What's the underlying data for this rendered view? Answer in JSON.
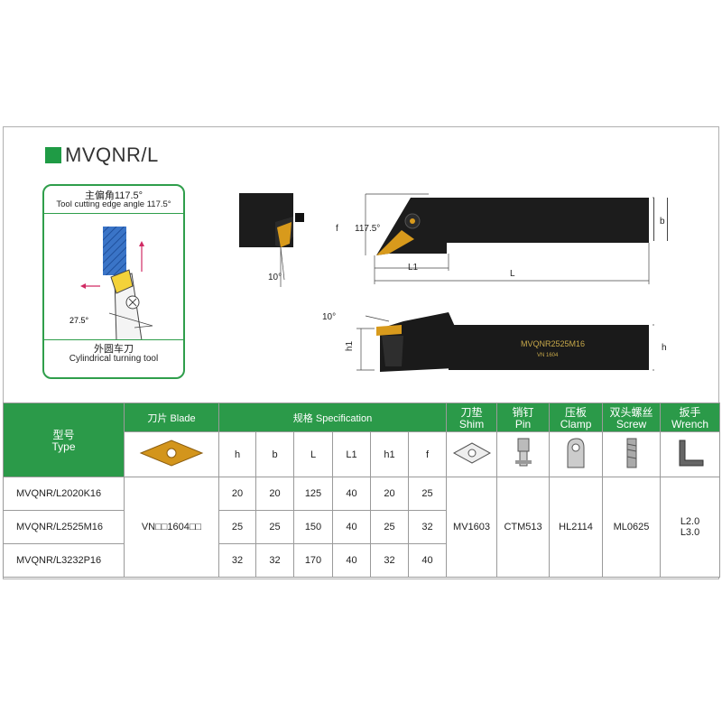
{
  "header": {
    "title": "MVQNR/L",
    "accent_color": "#1f9b45"
  },
  "angle_panel": {
    "caption_cn": "主偏角117.5°",
    "caption_en": "Tool cutting edge angle 117.5°",
    "angle_label": "27.5°",
    "bottom_cn": "外圆车刀",
    "bottom_en": "Cylindrical turning tool"
  },
  "drawings": {
    "angle_top": "10°",
    "angle_side": "10°",
    "angle_lead": "117.5°",
    "dim_f": "f",
    "dim_b": "b",
    "dim_L1": "L1",
    "dim_L": "L",
    "dim_h": "h",
    "dim_h1": "h1",
    "shank_marking": "MVQNR2525M16",
    "shank_submarking": "VN 1604"
  },
  "table": {
    "type_cn": "型号",
    "type_en": "Type",
    "blade_cn": "刀片",
    "blade_en": "Blade",
    "spec_cn": "规格",
    "spec_en": "Specification",
    "shim_cn": "刀垫",
    "shim_en": "Shim",
    "pin_cn": "销钉",
    "pin_en": "Pin",
    "clamp_cn": "压板",
    "clamp_en": "Clamp",
    "screw_cn": "双头螺丝",
    "screw_en": "Screw",
    "wrench_cn": "扳手",
    "wrench_en": "Wrench",
    "spec_columns": [
      "h",
      "b",
      "L",
      "L1",
      "h1",
      "f"
    ],
    "rows": [
      {
        "type": "MVQNR/L2020K16",
        "values": [
          "20",
          "20",
          "125",
          "40",
          "20",
          "25"
        ]
      },
      {
        "type": "MVQNR/L2525M16",
        "values": [
          "25",
          "25",
          "150",
          "40",
          "25",
          "32"
        ]
      },
      {
        "type": "MVQNR/L3232P16",
        "values": [
          "32",
          "32",
          "170",
          "40",
          "32",
          "40"
        ]
      }
    ],
    "blade": "VN□□1604□□",
    "shim": "MV1603",
    "pin": "CTM513",
    "clamp": "HL2114",
    "screw": "ML0625",
    "wrench_1": "L2.0",
    "wrench_2": "L3.0"
  }
}
